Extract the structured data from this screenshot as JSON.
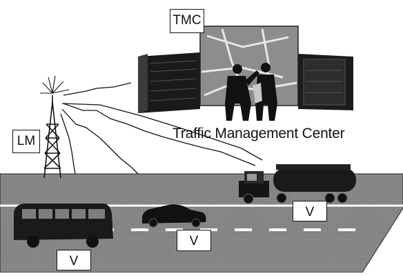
{
  "labels": {
    "tmc": "TMC",
    "lm": "LM",
    "vehicle_bus": "V",
    "vehicle_car": "V",
    "vehicle_truck": "V"
  },
  "caption": "Traffic Management Center",
  "colors": {
    "road": "#8a8a8a",
    "sky": "#ffffff",
    "line": "#111111",
    "stripe": "#ffffff"
  },
  "icons": [
    "radio-tower-icon",
    "server-cabinet-icon",
    "map-screen-icon",
    "operators-icon",
    "bus-icon",
    "car-icon",
    "tanker-truck-icon"
  ]
}
